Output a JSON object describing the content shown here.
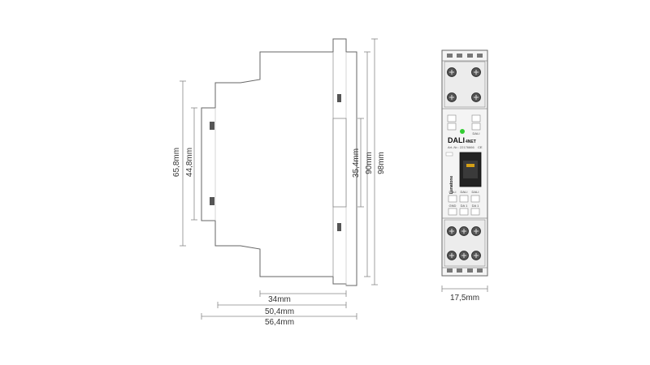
{
  "side_view": {
    "dimensions": {
      "total_height": "98mm",
      "body_height": "90mm",
      "front_height": "35,4mm",
      "rail_height_outer": "65,8mm",
      "rail_height_inner": "44,8mm",
      "front_depth": "34mm",
      "body_depth": "50,4mm",
      "total_depth": "56,4mm"
    }
  },
  "front_view": {
    "width_dim": "17,5mm",
    "product_name": "DALI",
    "product_suffix": "4NET",
    "article_number": "Art.-Nr.: 22176666",
    "ce_mark": "CE",
    "brand": "Lunatone",
    "status_led_color": "#33cc33",
    "right_label_text": "DALI",
    "bottom_labels": [
      "DALI",
      "DALI",
      "DALI",
      "GND",
      "DA 1",
      "DA 1"
    ]
  },
  "colors": {
    "outline": "#666666",
    "dim_line": "#888888",
    "device_fill": "#f4f4f4",
    "terminal_fill": "#dcdcdc",
    "screw_dark": "#333333"
  }
}
